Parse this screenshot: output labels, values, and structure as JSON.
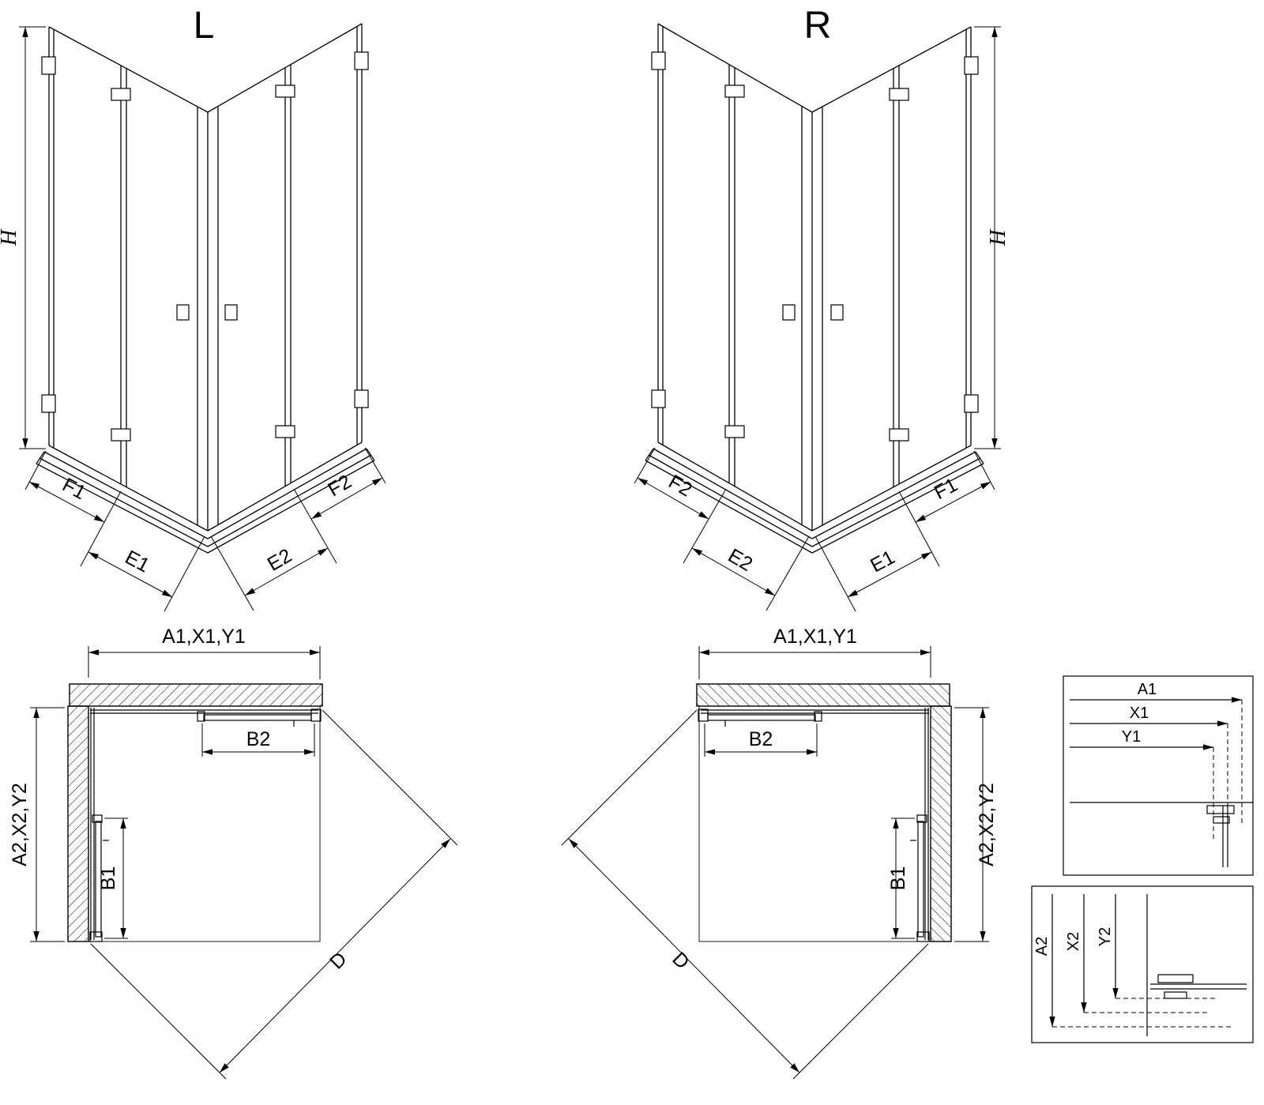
{
  "page": {
    "background": "#ffffff",
    "line_color": "#000000"
  },
  "iso_left": {
    "title": "L",
    "height": "H",
    "dim_f1": "F1",
    "dim_e1": "E1",
    "dim_e2": "E2",
    "dim_f2": "F2"
  },
  "iso_right": {
    "title": "R",
    "height": "H",
    "dim_f2": "F2",
    "dim_e2": "E2",
    "dim_e1": "E1",
    "dim_f1": "F1"
  },
  "plan_left": {
    "width": "A1,X1,Y1",
    "depth": "A2,X2,Y2",
    "door_top": "B2",
    "door_side": "B1",
    "diagonal": "D"
  },
  "plan_right": {
    "width": "A1,X1,Y1",
    "depth": "A2,X2,Y2",
    "door_top": "B2",
    "door_side": "B1",
    "diagonal": "D"
  },
  "detail_width": {
    "a1": "A1",
    "x1": "X1",
    "y1": "Y1"
  },
  "detail_depth": {
    "a2": "A2",
    "x2": "X2",
    "y2": "Y2"
  }
}
